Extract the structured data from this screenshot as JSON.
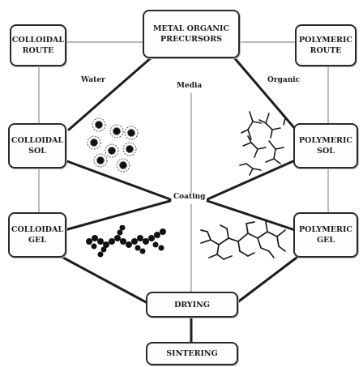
{
  "nodes": {
    "precursors": [
      "METAL ORGANIC",
      "PRECURSORS"
    ],
    "colloidal_route": [
      "COLLOIDAL",
      "ROUTE"
    ],
    "polymeric_route": [
      "POLYMERIC",
      "ROUTE"
    ],
    "colloidal_sol": [
      "COLLOIDAL",
      "SOL"
    ],
    "polymeric_sol": [
      "POLYMERIC",
      "SOL"
    ],
    "colloidal_gel": [
      "COLLOIDAL",
      "GEL"
    ],
    "polymeric_gel": [
      "POLYMERIC",
      "GEL"
    ],
    "drying": "DRYING",
    "sintering": "SINTERING"
  },
  "edge_labels": {
    "water": "Water",
    "media": "Media",
    "organic": "Organic",
    "coating": "Coating"
  }
}
